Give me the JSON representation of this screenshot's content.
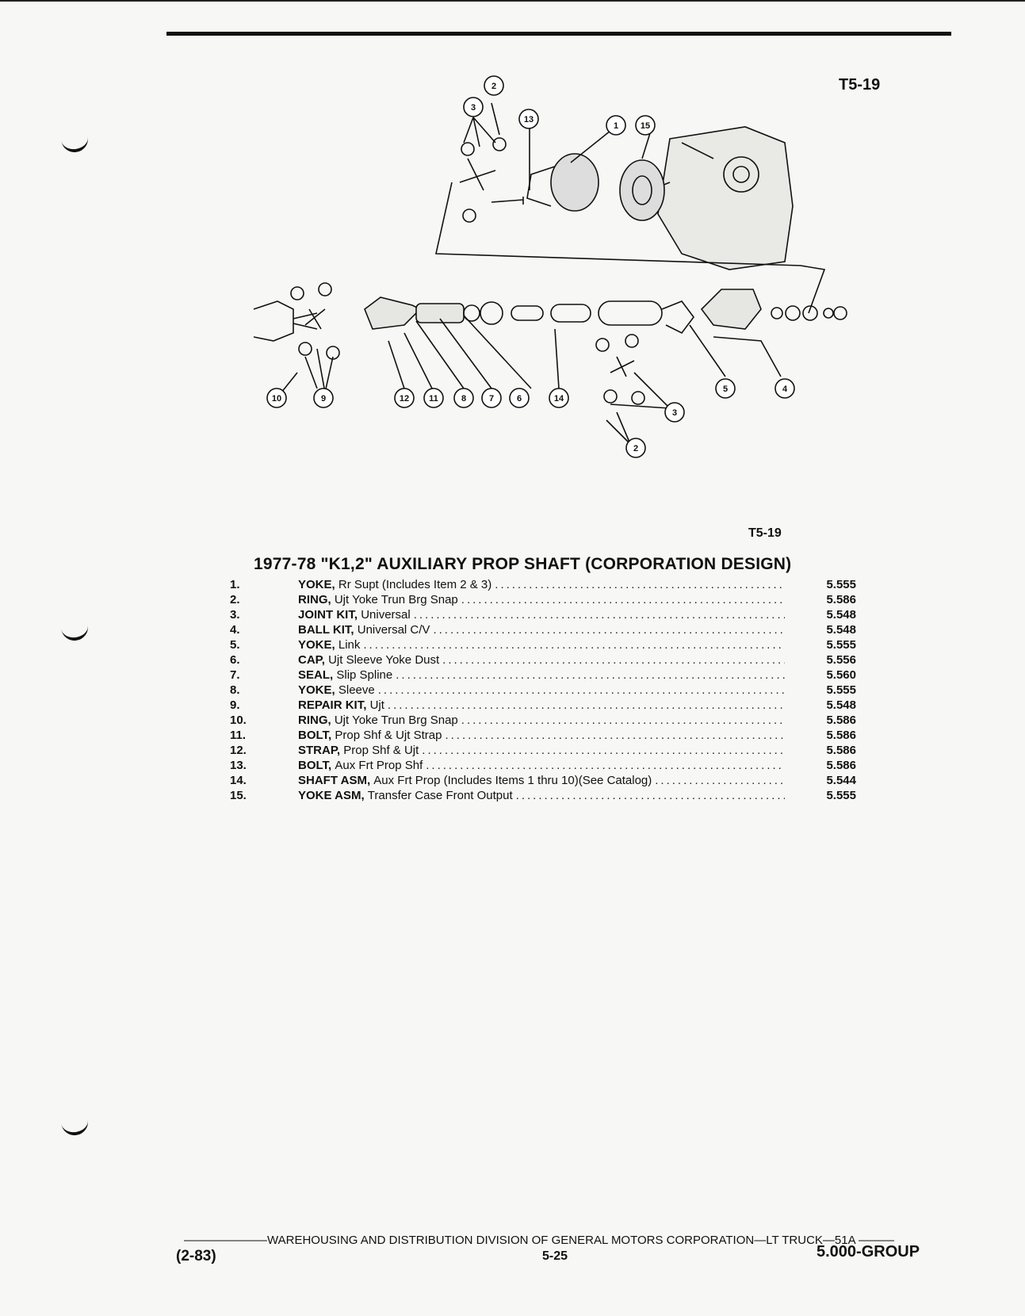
{
  "figure": {
    "tag_top": "T5-19",
    "tag_bottom": "T5-19",
    "callouts": [
      "1",
      "2",
      "3",
      "4",
      "5",
      "6",
      "7",
      "8",
      "9",
      "10",
      "11",
      "12",
      "13",
      "14",
      "15"
    ]
  },
  "title": "1977-78 \"K1,2\" AUXILIARY PROP SHAFT (CORPORATION DESIGN)",
  "parts": [
    {
      "num": "1.",
      "name": "YOKE,",
      "desc": "Rr Supt (Includes Item 2 & 3)",
      "ref": "5.555"
    },
    {
      "num": "2.",
      "name": "RING,",
      "desc": "Ujt Yoke Trun Brg Snap",
      "ref": "5.586"
    },
    {
      "num": "3.",
      "name": "JOINT KIT,",
      "desc": "Universal",
      "ref": "5.548"
    },
    {
      "num": "4.",
      "name": "BALL KIT,",
      "desc": "Universal C/V",
      "ref": "5.548"
    },
    {
      "num": "5.",
      "name": "YOKE,",
      "desc": "Link",
      "ref": "5.555"
    },
    {
      "num": "6.",
      "name": "CAP,",
      "desc": "Ujt Sleeve Yoke Dust",
      "ref": "5.556"
    },
    {
      "num": "7.",
      "name": "SEAL,",
      "desc": "Slip Spline",
      "ref": "5.560"
    },
    {
      "num": "8.",
      "name": "YOKE,",
      "desc": "Sleeve",
      "ref": "5.555"
    },
    {
      "num": "9.",
      "name": "REPAIR KIT,",
      "desc": "Ujt",
      "ref": "5.548"
    },
    {
      "num": "10.",
      "name": "RING,",
      "desc": "Ujt Yoke Trun Brg Snap",
      "ref": "5.586"
    },
    {
      "num": "11.",
      "name": "BOLT,",
      "desc": "Prop Shf & Ujt Strap",
      "ref": "5.586"
    },
    {
      "num": "12.",
      "name": "STRAP,",
      "desc": "Prop Shf & Ujt",
      "ref": "5.586"
    },
    {
      "num": "13.",
      "name": "BOLT,",
      "desc": "Aux Frt Prop Shf",
      "ref": "5.586"
    },
    {
      "num": "14.",
      "name": "SHAFT ASM,",
      "desc": "Aux Frt Prop (Includes Items 1 thru 10)(See Catalog)",
      "ref": "5.544"
    },
    {
      "num": "15.",
      "name": "YOKE ASM,",
      "desc": "Transfer Case Front Output",
      "ref": "5.555"
    }
  ],
  "footer": {
    "line": "WAREHOUSING AND DISTRIBUTION DIVISION OF GENERAL MOTORS CORPORATION—LT TRUCK—51A",
    "date": "(2-83)",
    "page": "5-25",
    "group": "5.000-GROUP"
  }
}
